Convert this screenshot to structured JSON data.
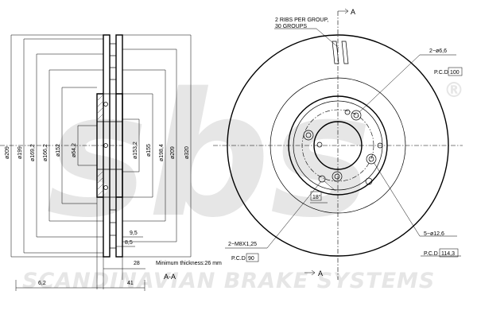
{
  "watermark": {
    "logo": "sbs",
    "registered": "®",
    "brand": "SCANDINAVIAN BRAKE SYSTEMS"
  },
  "section_view": {
    "title": "A-A",
    "diameters": [
      "ø209",
      "ø199",
      "ø169,2",
      "ø166,2",
      "ø152",
      "ø64,2",
      "ø153,2",
      "ø155",
      "ø198,4",
      "ø209",
      "ø320"
    ],
    "dims": {
      "d_9_5": "9,5",
      "d_8_5": "8,5",
      "d_28": "28",
      "d_6_2": "6,2",
      "d_41": "41",
      "min_thickness": "Minimum thickness:26 mm"
    }
  },
  "front_view": {
    "section_marker": "A",
    "ribs_line1": "2 RIBS PER GROUP,",
    "ribs_line2": "30 GROUPS",
    "holes_small": "2−ø6,6",
    "pcd_label": "P.C.D",
    "pcd_small": "100",
    "angle": "18°",
    "bolt_holes": "5−ø12,6",
    "thread": "2−M8X1,25",
    "pcd_thread": "90",
    "pcd_bolt": "114,3"
  }
}
